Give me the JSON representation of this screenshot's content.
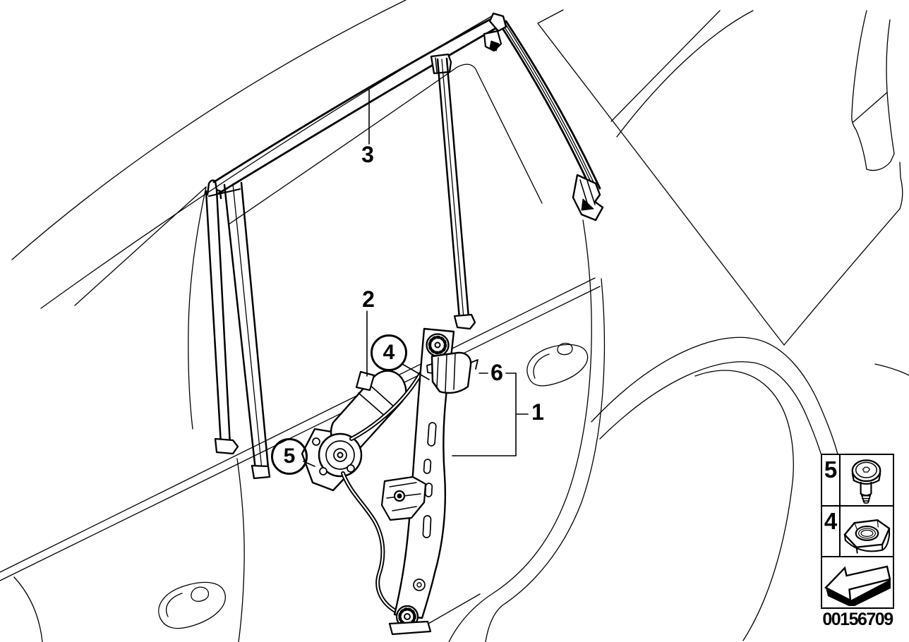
{
  "figure": {
    "background_color": "#ffffff",
    "line_color": "#000000",
    "description": "rear door window guide and window regulator exploded diagram",
    "callouts": {
      "c1": {
        "label": "1",
        "circled": false
      },
      "c2": {
        "label": "2",
        "circled": false
      },
      "c3": {
        "label": "3",
        "circled": false
      },
      "c4": {
        "label": "4",
        "circled": true
      },
      "c5": {
        "label": "5",
        "circled": true
      },
      "c6": {
        "label": "6",
        "circled": false
      }
    },
    "legend": {
      "rows": [
        {
          "number": "5",
          "icon": "shoulder-screw-icon"
        },
        {
          "number": "4",
          "icon": "hex-nut-icon"
        },
        {
          "number": "",
          "icon": "direction-arrow-icon"
        }
      ]
    },
    "part_number": "00156709"
  }
}
